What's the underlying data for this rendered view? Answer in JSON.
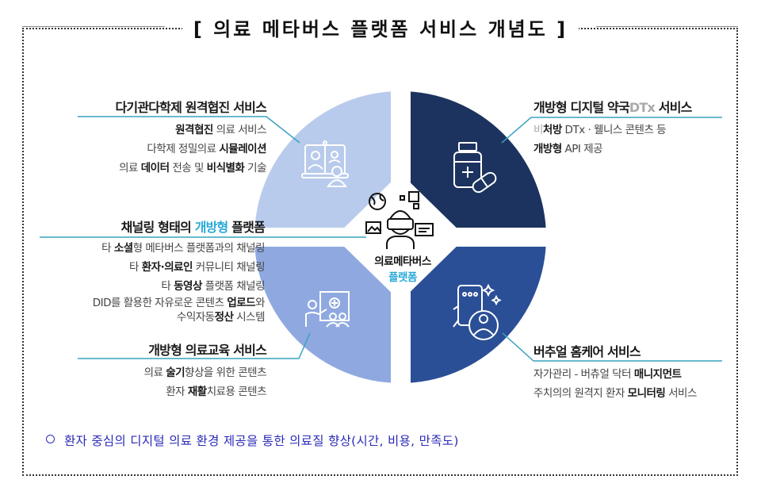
{
  "title": "[ 의료 메타버스 플랫폼 서비스 개념도 ]",
  "colors": {
    "q_top_left": "#b8cbec",
    "q_top_right": "#1d335f",
    "q_bottom_left": "#8fa9e0",
    "q_bottom_right": "#2b4f96",
    "connector": "#39a3bf",
    "accent": "#29a9d8",
    "footer": "#2b2bb8"
  },
  "center": {
    "label_line1": "의료메타버스",
    "label_line2": "플랫폼",
    "icon": "vr-headset-user-icon"
  },
  "sections": {
    "multi_institution": {
      "heading": "다기관다학제 원격협진 서비스",
      "icon": "video-conference-icon",
      "lines": [
        {
          "bold": "원격협진",
          "rest": " 의료 서비스"
        },
        {
          "pre": "다학제 정밀의료 ",
          "bold": "시뮬레이션"
        },
        {
          "pre": "의료 ",
          "bold": "데이터",
          "mid": " 전송 및 ",
          "bold2": "비식별화",
          "rest": " 기술"
        }
      ]
    },
    "channeling": {
      "heading_pre": "채널링 형태의 ",
      "heading_accent": "개방형",
      "heading_post": " 플랫폼",
      "lines": [
        {
          "pre": "타 ",
          "bold": "소셜",
          "rest": "형 메타버스 플랫폼과의 채널링"
        },
        {
          "pre": "타 ",
          "bold": "환자·의료인",
          "rest": " 커뮤니티 채널링"
        },
        {
          "pre": "타 ",
          "bold": "동영상",
          "rest": " 플랫폼 채널링"
        },
        {
          "pre": "DID를 활용한 자유로운 콘텐츠 ",
          "bold": "업로드",
          "rest": "와"
        },
        {
          "pre": "수익자동",
          "bold": "정산",
          "rest": " 시스템"
        }
      ]
    },
    "education": {
      "heading": "개방형 의료교육 서비스",
      "icon": "lecture-presentation-icon",
      "lines": [
        {
          "pre": "의료 ",
          "bold": "술기",
          "rest": "향상을 위한 콘텐츠"
        },
        {
          "pre": "환자 ",
          "bold": "재활",
          "rest": "치료용 콘텐츠"
        }
      ]
    },
    "pharmacy": {
      "heading_pre": "개방형 디지털 약국",
      "heading_grey": "DTx",
      "heading_post": " 서비스",
      "icon": "medicine-bottle-pill-icon",
      "lines": [
        {
          "grey": "비",
          "bold": "처방",
          "rest": " DTx · 웰니스 콘텐츠 등"
        },
        {
          "bold": "개방형",
          "rest": " API 제공"
        }
      ]
    },
    "homecare": {
      "heading": "버추얼 홈케어 서비스",
      "icon": "mobile-doctor-consult-icon",
      "lines": [
        {
          "pre": "자가관리 - 버츄얼 닥터 ",
          "bold": "매니지먼트"
        },
        {
          "pre": "주치의의 원격지 환자 ",
          "bold": "모니터링",
          "rest": " 서비스"
        }
      ]
    }
  },
  "footer": "환자 중심의 디지털 의료 환경 제공을 통한 의료질 향상(시간, 비용, 만족도)"
}
